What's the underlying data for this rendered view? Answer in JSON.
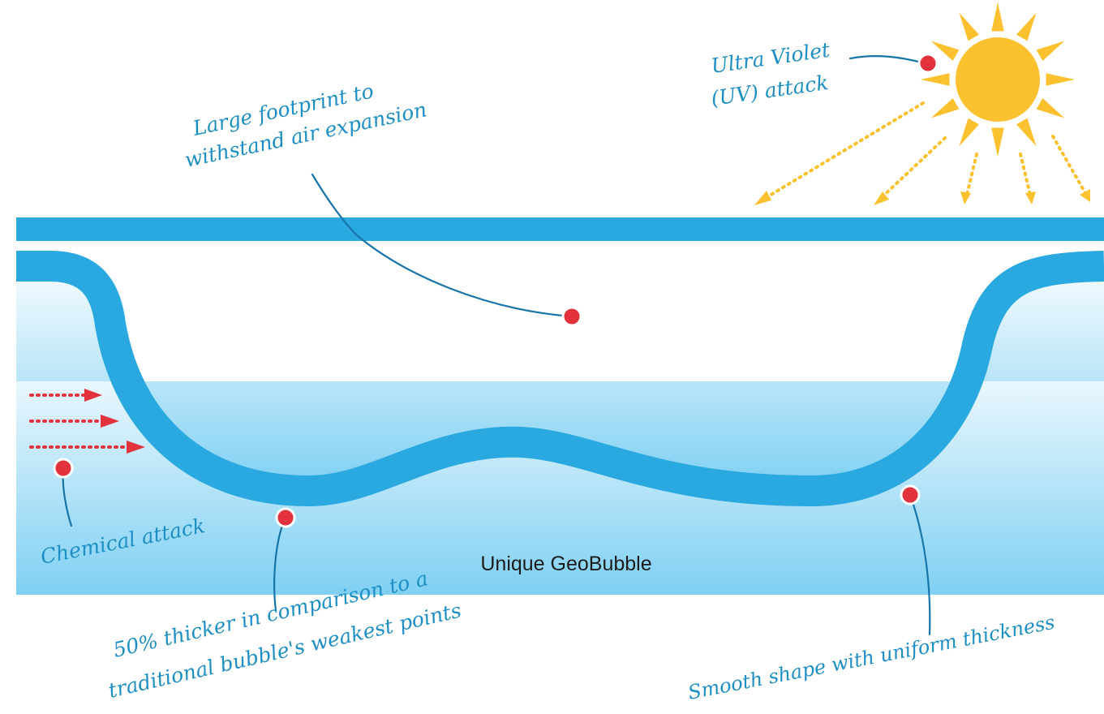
{
  "colors": {
    "blue": "#29a9e0",
    "annotation_line": "#1775a8",
    "annotation_text": "#1e8fc4",
    "marker": "#e2323b",
    "sun": "#fbc12e",
    "sky_top": "#ffffff",
    "sky_bottom": "#7fd0f3"
  },
  "icons": {
    "sun": "sun-icon",
    "marker": "red-dot-marker",
    "arrow": "dotted-arrow"
  },
  "labels": {
    "uv_line1": "Ultra Violet",
    "uv_line2": "(UV) attack",
    "footprint_line1": "Large footprint to",
    "footprint_line2": "withstand air expansion",
    "chemical": "Chemical attack",
    "thicker_line1": "50% thicker in comparison to a",
    "thicker_line2": "traditional bubble's weakest points",
    "smooth": "Smooth shape with uniform thickness",
    "caption": "Unique GeoBubble"
  }
}
